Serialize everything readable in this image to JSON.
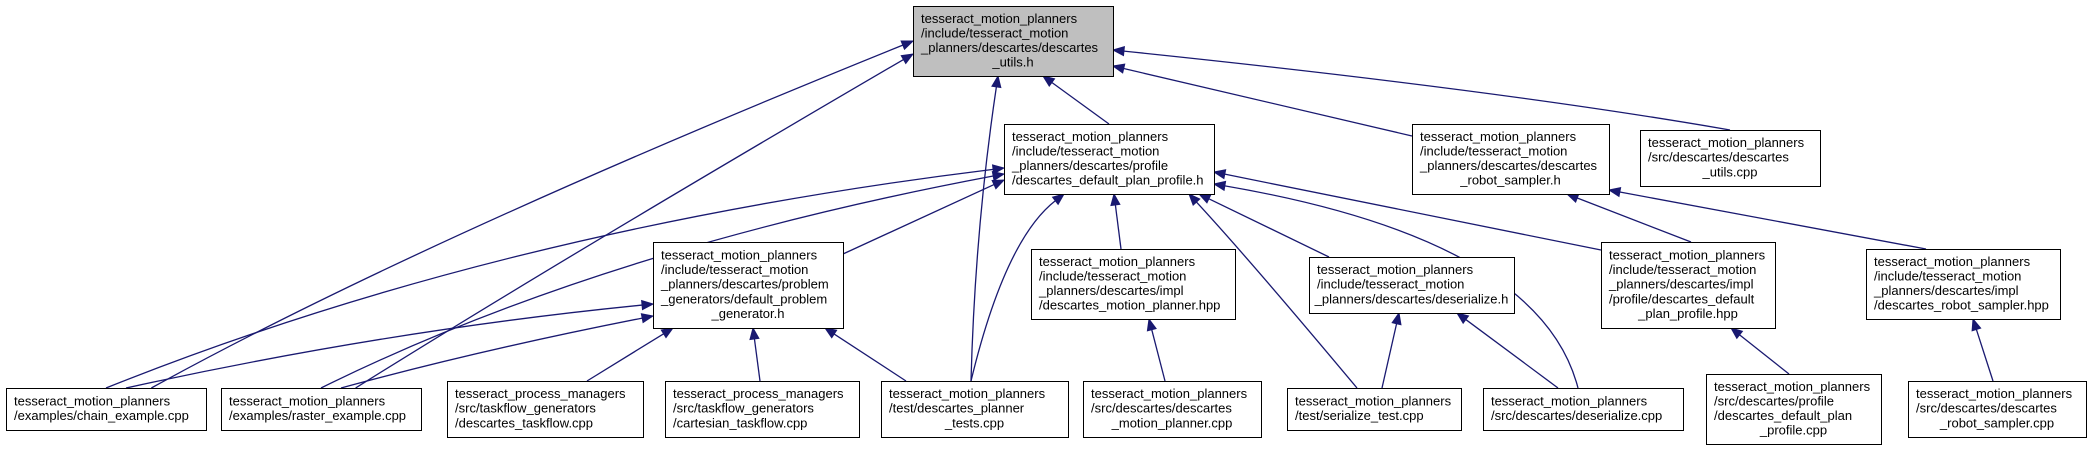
{
  "colors": {
    "edge": "#191970",
    "root_fill": "#bfbfbf",
    "node_fill": "#ffffff",
    "border": "#000000"
  },
  "nodes": [
    {
      "id": "root",
      "root": true,
      "lines": [
        "tesseract_motion_planners",
        "/include/tesseract_motion",
        "_planners/descartes/descartes",
        "_utils.h"
      ]
    },
    {
      "id": "plan_profile_h",
      "lines": [
        "tesseract_motion_planners",
        "/include/tesseract_motion",
        "_planners/descartes/profile",
        "/descartes_default_plan_profile.h"
      ]
    },
    {
      "id": "robot_sampler_h",
      "lines": [
        "tesseract_motion_planners",
        "/include/tesseract_motion",
        "_planners/descartes/descartes",
        "_robot_sampler.h"
      ]
    },
    {
      "id": "utils_cpp",
      "lines": [
        "tesseract_motion_planners",
        "/src/descartes/descartes",
        "_utils.cpp"
      ]
    },
    {
      "id": "problem_gen_h",
      "lines": [
        "tesseract_motion_planners",
        "/include/tesseract_motion",
        "_planners/descartes/problem",
        "_generators/default_problem",
        "_generator.h"
      ]
    },
    {
      "id": "motion_planner_hpp",
      "lines": [
        "tesseract_motion_planners",
        "/include/tesseract_motion",
        "_planners/descartes/impl",
        "/descartes_motion_planner.hpp"
      ]
    },
    {
      "id": "deserialize_h",
      "lines": [
        "tesseract_motion_planners",
        "/include/tesseract_motion",
        "_planners/descartes/deserialize.h"
      ]
    },
    {
      "id": "impl_plan_profile_hpp",
      "lines": [
        "tesseract_motion_planners",
        "/include/tesseract_motion",
        "_planners/descartes/impl",
        "/profile/descartes_default",
        "_plan_profile.hpp"
      ]
    },
    {
      "id": "impl_robot_sampler_hpp",
      "lines": [
        "tesseract_motion_planners",
        "/include/tesseract_motion",
        "_planners/descartes/impl",
        "/descartes_robot_sampler.hpp"
      ]
    },
    {
      "id": "chain_example",
      "lines": [
        "tesseract_motion_planners",
        "/examples/chain_example.cpp"
      ]
    },
    {
      "id": "raster_example",
      "lines": [
        "tesseract_motion_planners",
        "/examples/raster_example.cpp"
      ]
    },
    {
      "id": "taskflow_cpp",
      "lines": [
        "tesseract_process_managers",
        "/src/taskflow_generators",
        "/descartes_taskflow.cpp"
      ]
    },
    {
      "id": "cartesian_taskflow_cpp",
      "lines": [
        "tesseract_process_managers",
        "/src/taskflow_generators",
        "/cartesian_taskflow.cpp"
      ]
    },
    {
      "id": "planner_tests",
      "lines": [
        "tesseract_motion_planners",
        "/test/descartes_planner",
        "_tests.cpp"
      ]
    },
    {
      "id": "motion_planner_cpp",
      "lines": [
        "tesseract_motion_planners",
        "/src/descartes/descartes",
        "_motion_planner.cpp"
      ]
    },
    {
      "id": "serialize_test",
      "lines": [
        "tesseract_motion_planners",
        "/test/serialize_test.cpp"
      ]
    },
    {
      "id": "deserialize_cpp",
      "lines": [
        "tesseract_motion_planners",
        "/src/descartes/deserialize.cpp"
      ]
    },
    {
      "id": "plan_profile_cpp",
      "lines": [
        "tesseract_motion_planners",
        "/src/descartes/profile",
        "/descartes_default_plan",
        "_profile.cpp"
      ]
    },
    {
      "id": "robot_sampler_cpp",
      "lines": [
        "tesseract_motion_planners",
        "/src/descartes/descartes",
        "_robot_sampler.cpp"
      ]
    }
  ],
  "edges": [
    {
      "from": "chain_example",
      "to": "root"
    },
    {
      "from": "raster_example",
      "to": "root"
    },
    {
      "from": "planner_tests",
      "to": "root"
    },
    {
      "from": "plan_profile_h",
      "to": "root"
    },
    {
      "from": "robot_sampler_h",
      "to": "root"
    },
    {
      "from": "utils_cpp",
      "to": "root"
    },
    {
      "from": "chain_example",
      "to": "plan_profile_h"
    },
    {
      "from": "raster_example",
      "to": "plan_profile_h"
    },
    {
      "from": "problem_gen_h",
      "to": "plan_profile_h"
    },
    {
      "from": "planner_tests",
      "to": "plan_profile_h"
    },
    {
      "from": "motion_planner_hpp",
      "to": "plan_profile_h"
    },
    {
      "from": "deserialize_h",
      "to": "plan_profile_h"
    },
    {
      "from": "serialize_test",
      "to": "plan_profile_h"
    },
    {
      "from": "deserialize_cpp",
      "to": "plan_profile_h"
    },
    {
      "from": "impl_plan_profile_hpp",
      "to": "plan_profile_h"
    },
    {
      "from": "impl_plan_profile_hpp",
      "to": "robot_sampler_h"
    },
    {
      "from": "impl_robot_sampler_hpp",
      "to": "robot_sampler_h"
    },
    {
      "from": "chain_example",
      "to": "problem_gen_h"
    },
    {
      "from": "raster_example",
      "to": "problem_gen_h"
    },
    {
      "from": "taskflow_cpp",
      "to": "problem_gen_h"
    },
    {
      "from": "cartesian_taskflow_cpp",
      "to": "problem_gen_h"
    },
    {
      "from": "planner_tests",
      "to": "problem_gen_h"
    },
    {
      "from": "motion_planner_cpp",
      "to": "motion_planner_hpp"
    },
    {
      "from": "serialize_test",
      "to": "deserialize_h"
    },
    {
      "from": "deserialize_cpp",
      "to": "deserialize_h"
    },
    {
      "from": "plan_profile_cpp",
      "to": "impl_plan_profile_hpp"
    },
    {
      "from": "robot_sampler_cpp",
      "to": "impl_robot_sampler_hpp"
    }
  ]
}
